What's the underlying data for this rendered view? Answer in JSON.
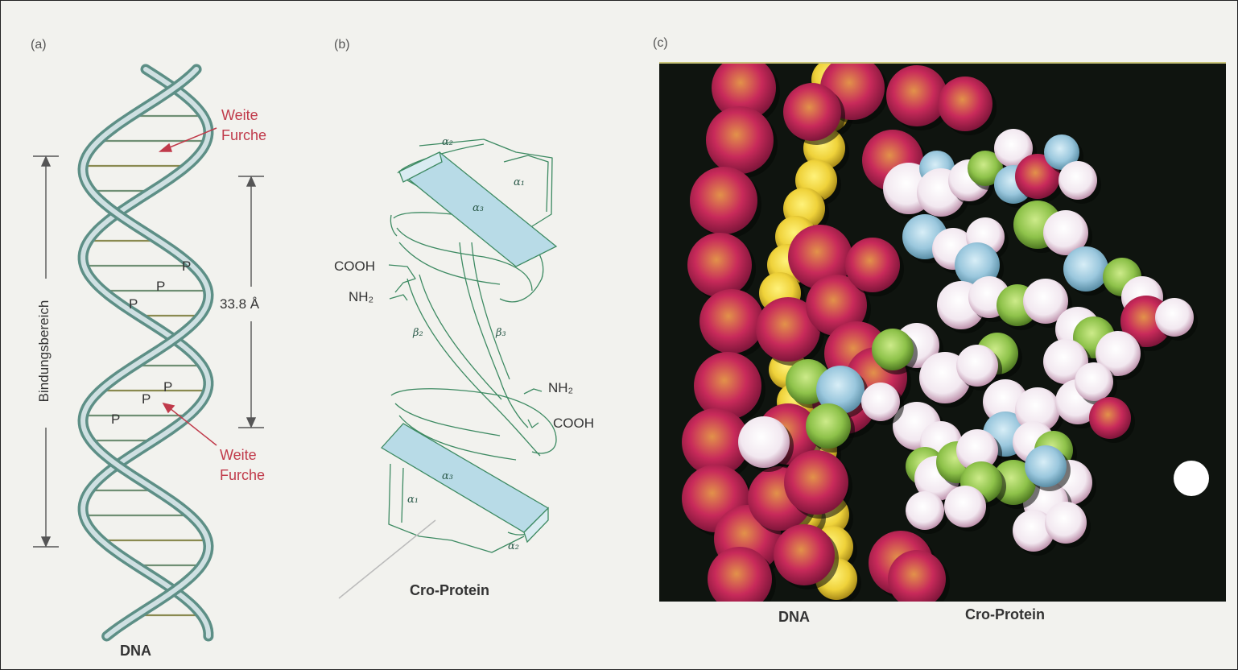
{
  "panels": {
    "a": {
      "letter": "(a)",
      "major_groove_top": [
        "Weite",
        "Furche"
      ],
      "major_groove_bottom": [
        "Weite",
        "Furche"
      ],
      "binding_region": "Bindungsbereich",
      "distance": "33.8 Å",
      "phosphate": "P",
      "caption": "DNA"
    },
    "b": {
      "letter": "(b)",
      "cooh": "COOH",
      "nh2": "NH₂",
      "helices": {
        "a1": "α₁",
        "a2": "α₂",
        "a3": "α₃"
      },
      "strands": {
        "b2": "β₂",
        "b3": "β₃"
      },
      "caption": "Cro-Protein"
    },
    "c": {
      "letter": "(c)",
      "caption_left": "DNA",
      "caption_right": "Cro-Protein"
    }
  },
  "colors": {
    "helix_strand": "#5d8f86",
    "helix_strand_light": "#cfe0e2",
    "arrow_red": "#c03a4a",
    "protein_line": "#3d8a62",
    "helix_fill": "#b8dbe7",
    "model_background": "#0f140f",
    "atom_magenta": "#c02a58",
    "atom_yellow": "#efd23a",
    "atom_blue": "#9ac7dd",
    "atom_green": "#8ec24a",
    "atom_white": "#f4eef4"
  }
}
